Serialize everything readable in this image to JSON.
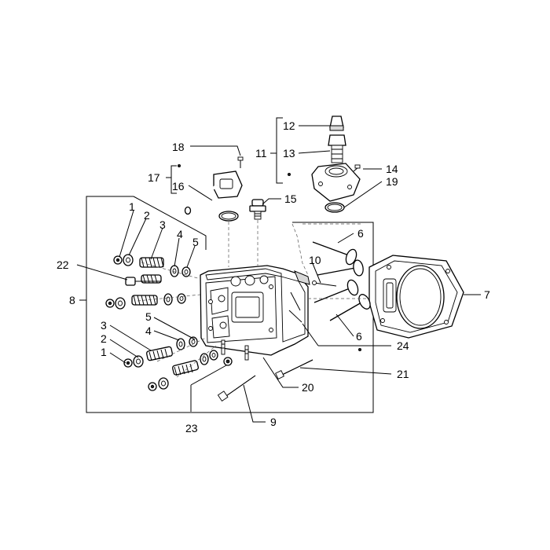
{
  "callouts": [
    {
      "id": "c1a",
      "text": "1"
    },
    {
      "id": "c2a",
      "text": "2"
    },
    {
      "id": "c3a",
      "text": "3"
    },
    {
      "id": "c4a",
      "text": "4"
    },
    {
      "id": "c5a",
      "text": "5"
    },
    {
      "id": "c22",
      "text": "22"
    },
    {
      "id": "c8",
      "text": "8"
    },
    {
      "id": "c5b",
      "text": "5"
    },
    {
      "id": "c4b",
      "text": "4"
    },
    {
      "id": "c3b",
      "text": "3"
    },
    {
      "id": "c2b",
      "text": "2"
    },
    {
      "id": "c1b",
      "text": "1"
    },
    {
      "id": "c23",
      "text": "23"
    },
    {
      "id": "c9",
      "text": "9"
    },
    {
      "id": "c20",
      "text": "20"
    },
    {
      "id": "c21",
      "text": "21"
    },
    {
      "id": "c24",
      "text": "24"
    },
    {
      "id": "c6b",
      "text": "6"
    },
    {
      "id": "c6a",
      "text": "6"
    },
    {
      "id": "c10",
      "text": "10"
    },
    {
      "id": "c7",
      "text": "7"
    },
    {
      "id": "c18",
      "text": "18"
    },
    {
      "id": "c17",
      "text": "17"
    },
    {
      "id": "c16",
      "text": "16"
    },
    {
      "id": "c15",
      "text": "15"
    },
    {
      "id": "c12",
      "text": "12"
    },
    {
      "id": "c13",
      "text": "13"
    },
    {
      "id": "c11",
      "text": "11"
    },
    {
      "id": "c14",
      "text": "14"
    },
    {
      "id": "c19",
      "text": "19"
    }
  ]
}
